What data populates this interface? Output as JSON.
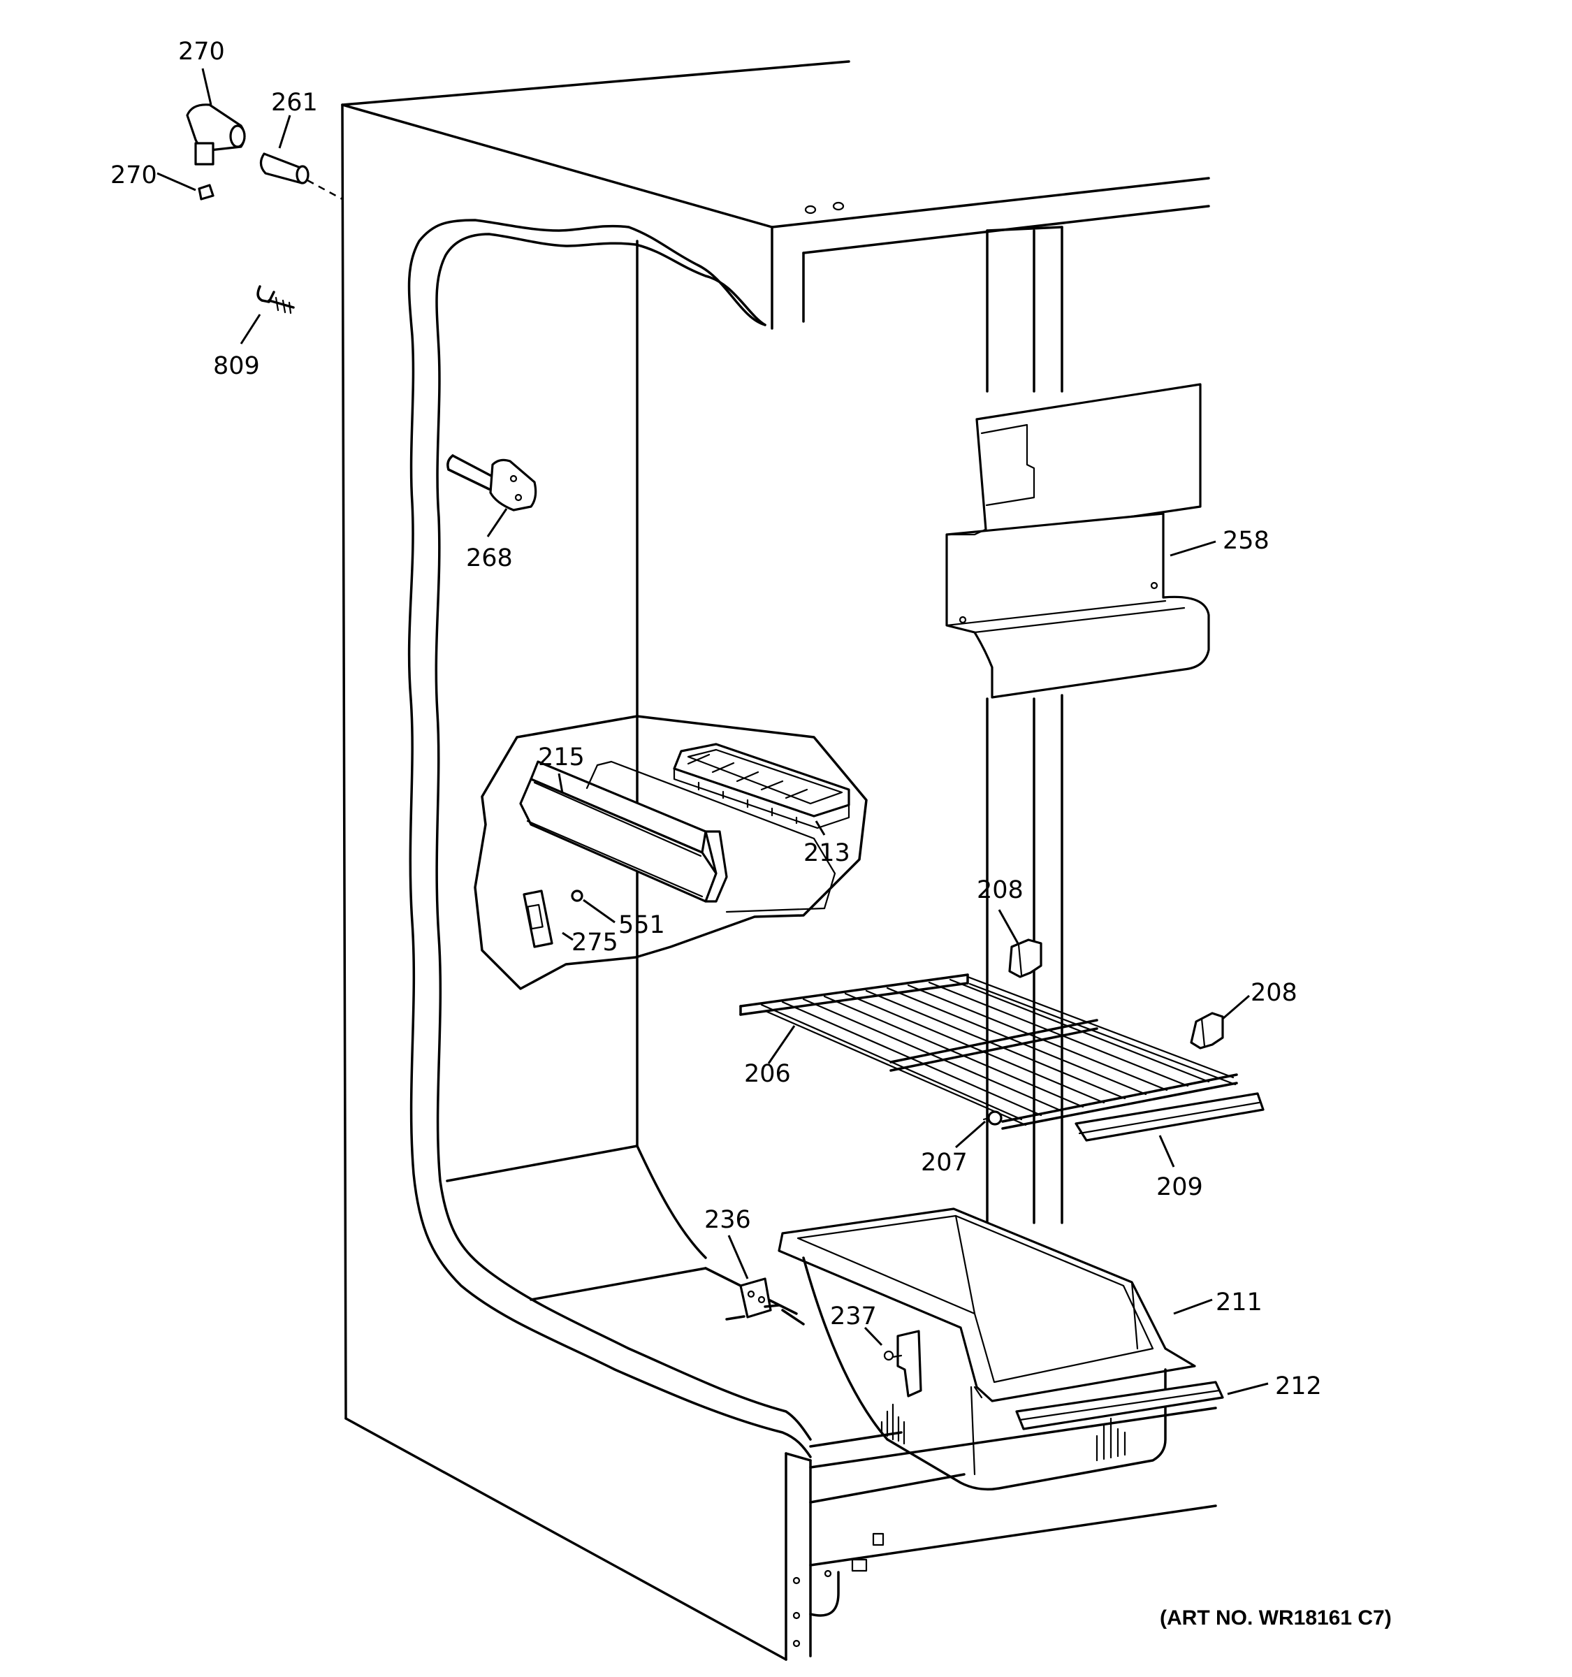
{
  "diagram": {
    "part_labels": {
      "p270a": "270",
      "p261": "261",
      "p270b": "270",
      "p809": "809",
      "p268": "268",
      "p258": "258",
      "p215": "215",
      "p213": "213",
      "p551": "551",
      "p275": "275",
      "p208a": "208",
      "p208b": "208",
      "p206": "206",
      "p207": "207",
      "p209": "209",
      "p236": "236",
      "p237": "237",
      "p211": "211",
      "p212": "212"
    },
    "art_number": "(ART NO. WR18161 C7)"
  }
}
